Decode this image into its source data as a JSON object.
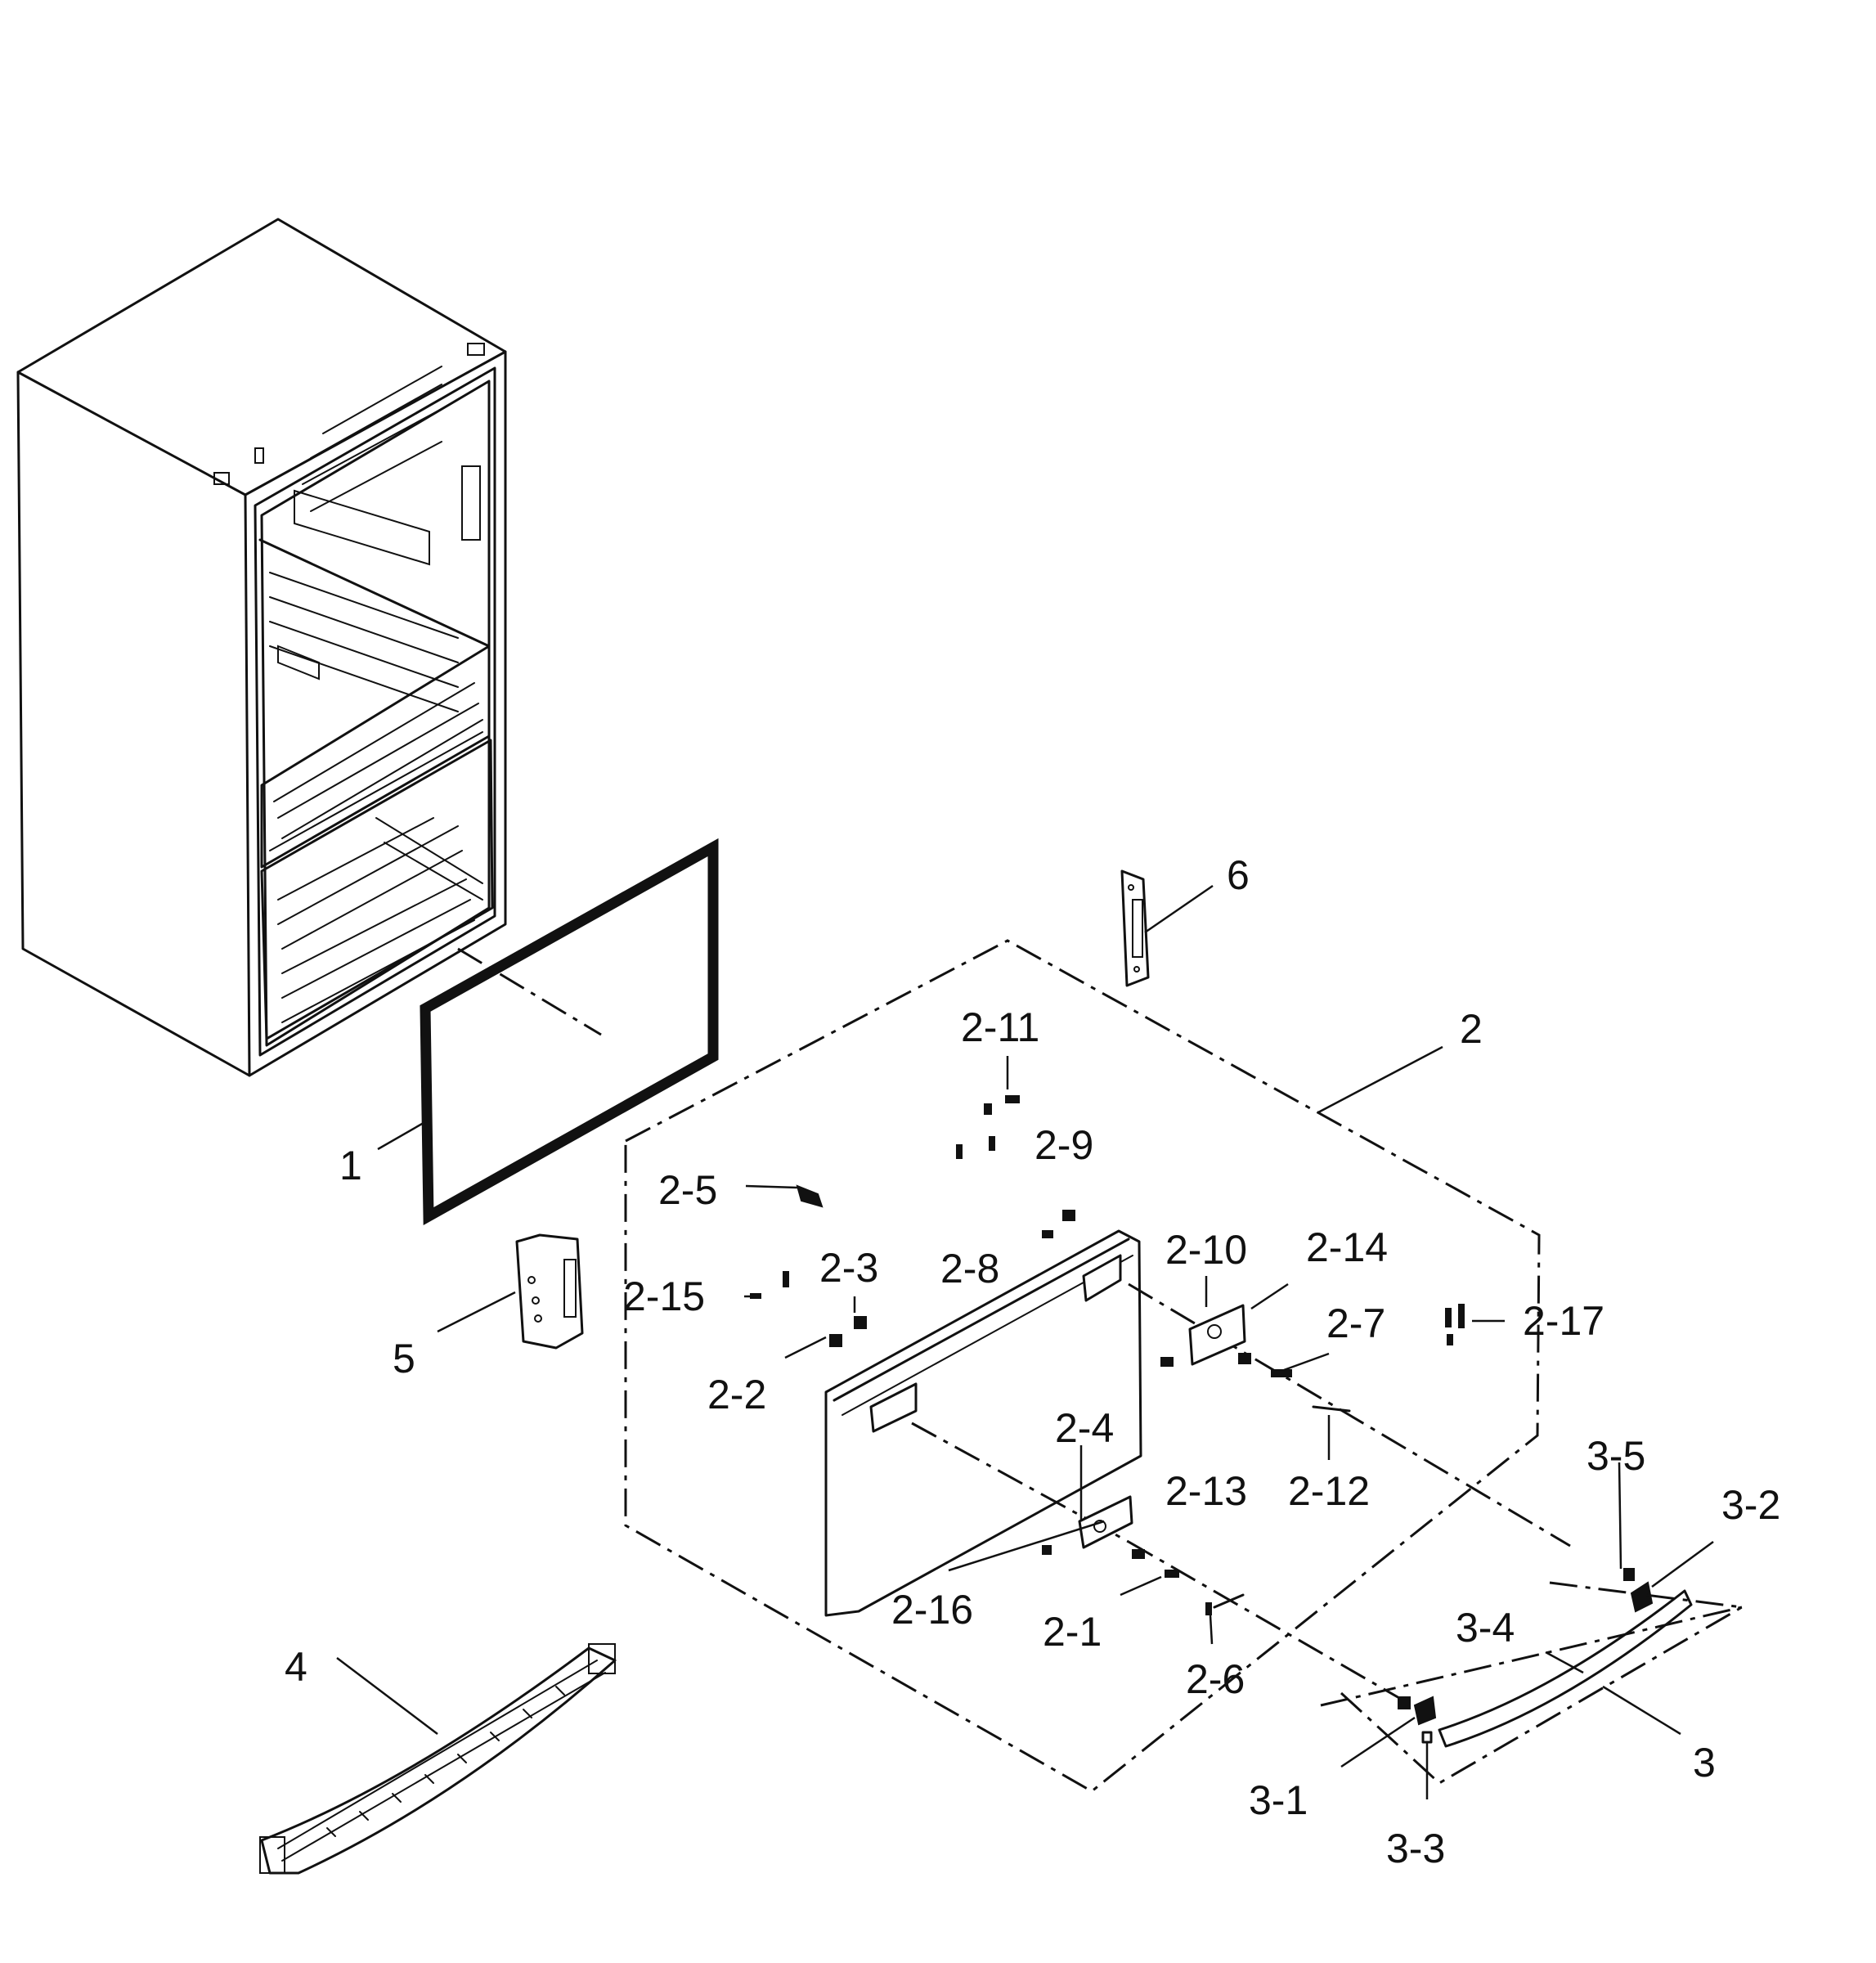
{
  "diagram": {
    "callouts": {
      "c1": "1",
      "c2": "2",
      "c2_1": "2-1",
      "c2_2": "2-2",
      "c2_3": "2-3",
      "c2_4": "2-4",
      "c2_5": "2-5",
      "c2_6": "2-6",
      "c2_7": "2-7",
      "c2_8": "2-8",
      "c2_9": "2-9",
      "c2_10": "2-10",
      "c2_11": "2-11",
      "c2_12": "2-12",
      "c2_13": "2-13",
      "c2_14": "2-14",
      "c2_15": "2-15",
      "c2_16": "2-16",
      "c2_17": "2-17",
      "c3": "3",
      "c3_1": "3-1",
      "c3_2": "3-2",
      "c3_3": "3-3",
      "c3_4": "3-4",
      "c3_5": "3-5",
      "c4": "4",
      "c5": "5",
      "c6": "6"
    }
  }
}
